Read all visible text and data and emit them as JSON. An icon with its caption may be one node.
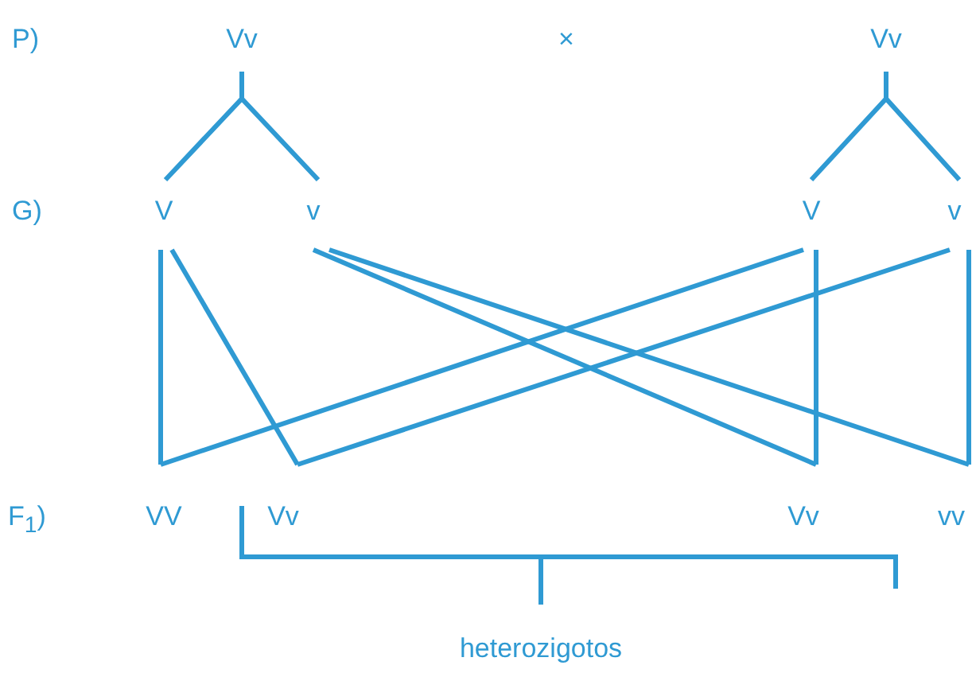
{
  "diagram": {
    "nodes": [
      {
        "text": [
          "Vv"
        ]
      },
      {
        "text": [
          "Vv"
        ]
      },
      {
        "text": [
          "V"
        ]
      },
      {
        "text": [
          "v"
        ]
      },
      {
        "text": [
          "V"
        ]
      },
      {
        "text": [
          "v"
        ]
      },
      {
        "text": [
          "VV"
        ]
      },
      {
        "text": [
          "Vv"
        ]
      },
      {
        "text": [
          "Vv"
        ]
      },
      {
        "text": [
          "vv"
        ]
      }
    ],
    "edges": [
      {
        "from": 0,
        "to": 2,
        "arrow": "none"
      },
      {
        "from": 0,
        "to": 3,
        "arrow": "none"
      },
      {
        "from": 1,
        "to": 4,
        "arrow": "none"
      },
      {
        "from": 1,
        "to": 5,
        "arrow": "none"
      },
      {
        "from": 2,
        "to": 6,
        "arrow": "none"
      },
      {
        "from": 4,
        "to": 6,
        "arrow": "none"
      },
      {
        "from": 2,
        "to": 7,
        "arrow": "none"
      },
      {
        "from": 5,
        "to": 7,
        "arrow": "none"
      },
      {
        "from": 4,
        "to": 8,
        "arrow": "none"
      },
      {
        "from": 3,
        "to": 8,
        "arrow": "none"
      },
      {
        "from": 3,
        "to": 9,
        "arrow": "none"
      },
      {
        "from": 5,
        "to": 9,
        "arrow": "none"
      }
    ],
    "labels": [
      "P)",
      "×",
      "G)",
      "F$_{1}$)",
      "heterozigotos"
    ]
  }
}
